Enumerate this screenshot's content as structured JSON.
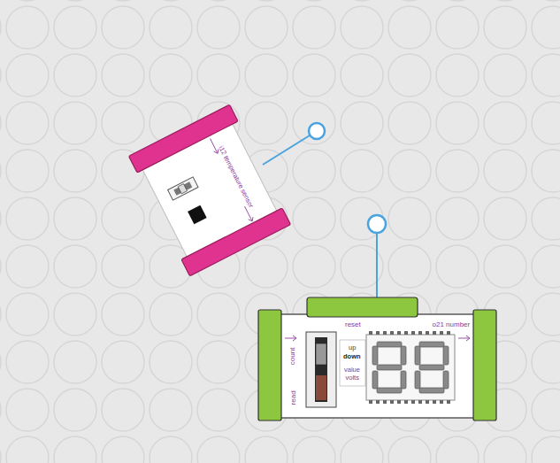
{
  "diagram": {
    "nodes": [
      {
        "text": [
          "i12 temperature sensor"
        ]
      },
      {
        "text": [
          "o21 number",
          "reset",
          "read",
          "count",
          "up",
          "down",
          "value",
          "volts"
        ]
      }
    ]
  }
}
